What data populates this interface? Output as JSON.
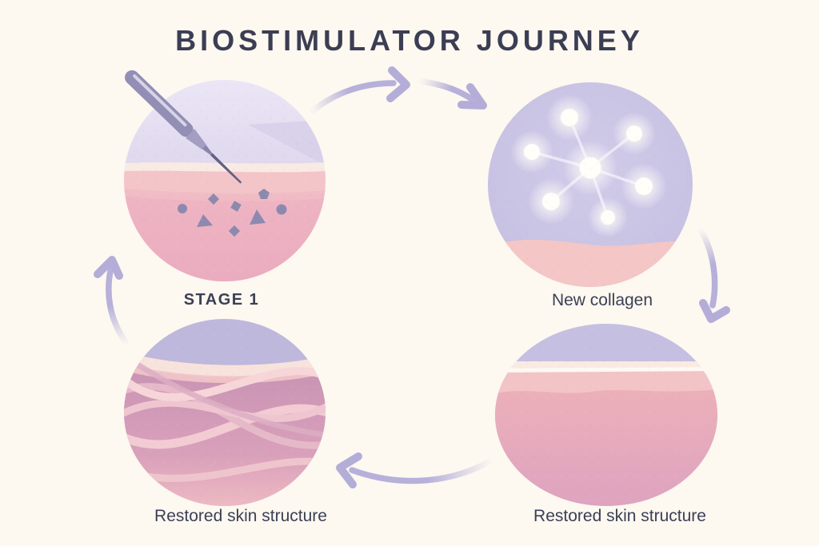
{
  "title": "BIOSTIMULATOR JOURNEY",
  "stages": [
    {
      "id": "stage-1",
      "label": "STAGE 1",
      "illustration": "needle-injecting-biostimulator-particles-into-skin"
    },
    {
      "id": "new-collagen",
      "label": "New collagen",
      "illustration": "glowing-collagen-network-nodes"
    },
    {
      "id": "restored-skin-right",
      "label": "Restored skin structure",
      "illustration": "smooth-even-skin-layers"
    },
    {
      "id": "restored-skin-left",
      "label": "Restored skin structure",
      "illustration": "dermis-with-woven-collagen-fibers"
    }
  ],
  "flow": {
    "type": "cycle",
    "direction": "clockwise",
    "arrows": [
      "top-right",
      "right-down",
      "bottom-left",
      "left-up"
    ]
  },
  "colors": {
    "bg": "#FDF8F0",
    "title-text": "#3B3E53",
    "label-text": "#3D4056",
    "arrow": "#B6B0DA",
    "lavender-light": "#E7E2F3",
    "lavender-mid": "#C7C1E3",
    "skin-pink": "#F0BAC4",
    "skin-cream": "#F9EAE3",
    "dermis-mauve": "#C997B6",
    "particle": "#8D89AE",
    "glow-node": "#FFFFFF"
  }
}
